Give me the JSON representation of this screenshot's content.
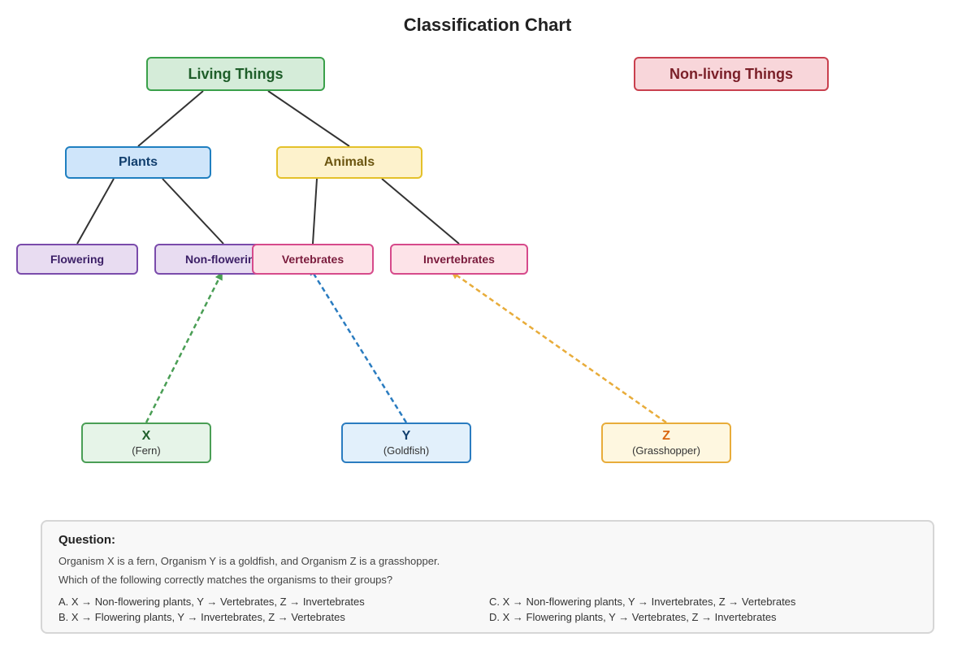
{
  "title": "Classification Chart",
  "nodes": {
    "living": "Living Things",
    "nonliving": "Non-living Things",
    "plants": "Plants",
    "animals": "Animals",
    "flowering": "Flowering",
    "nonflowering": "Non-flowering",
    "vertebrates": "Vertebrates",
    "invertebrates": "Invertebrates"
  },
  "organisms": {
    "x": {
      "letter": "X",
      "name": "(Fern)"
    },
    "y": {
      "letter": "Y",
      "name": "(Goldfish)"
    },
    "z": {
      "letter": "Z",
      "name": "(Grasshopper)"
    }
  },
  "colors": {
    "tree_line": "#333333",
    "arrow_x": "#4a9e55",
    "arrow_y": "#2a7cc0",
    "arrow_z": "#e8ac3a"
  },
  "question": {
    "heading": "Question:",
    "line1": "Organism X is a fern, Organism Y is a goldfish, and Organism Z is a grasshopper.",
    "line2": "Which of the following correctly matches the organisms to their groups?",
    "options": [
      "A. X → Non-flowering plants, Y → Vertebrates, Z → Invertebrates",
      "C. X → Non-flowering plants, Y → Invertebrates, Z → Vertebrates",
      "B. X → Flowering plants, Y → Invertebrates, Z → Vertebrates",
      "D. X → Flowering plants, Y → Vertebrates, Z → Invertebrates"
    ]
  }
}
